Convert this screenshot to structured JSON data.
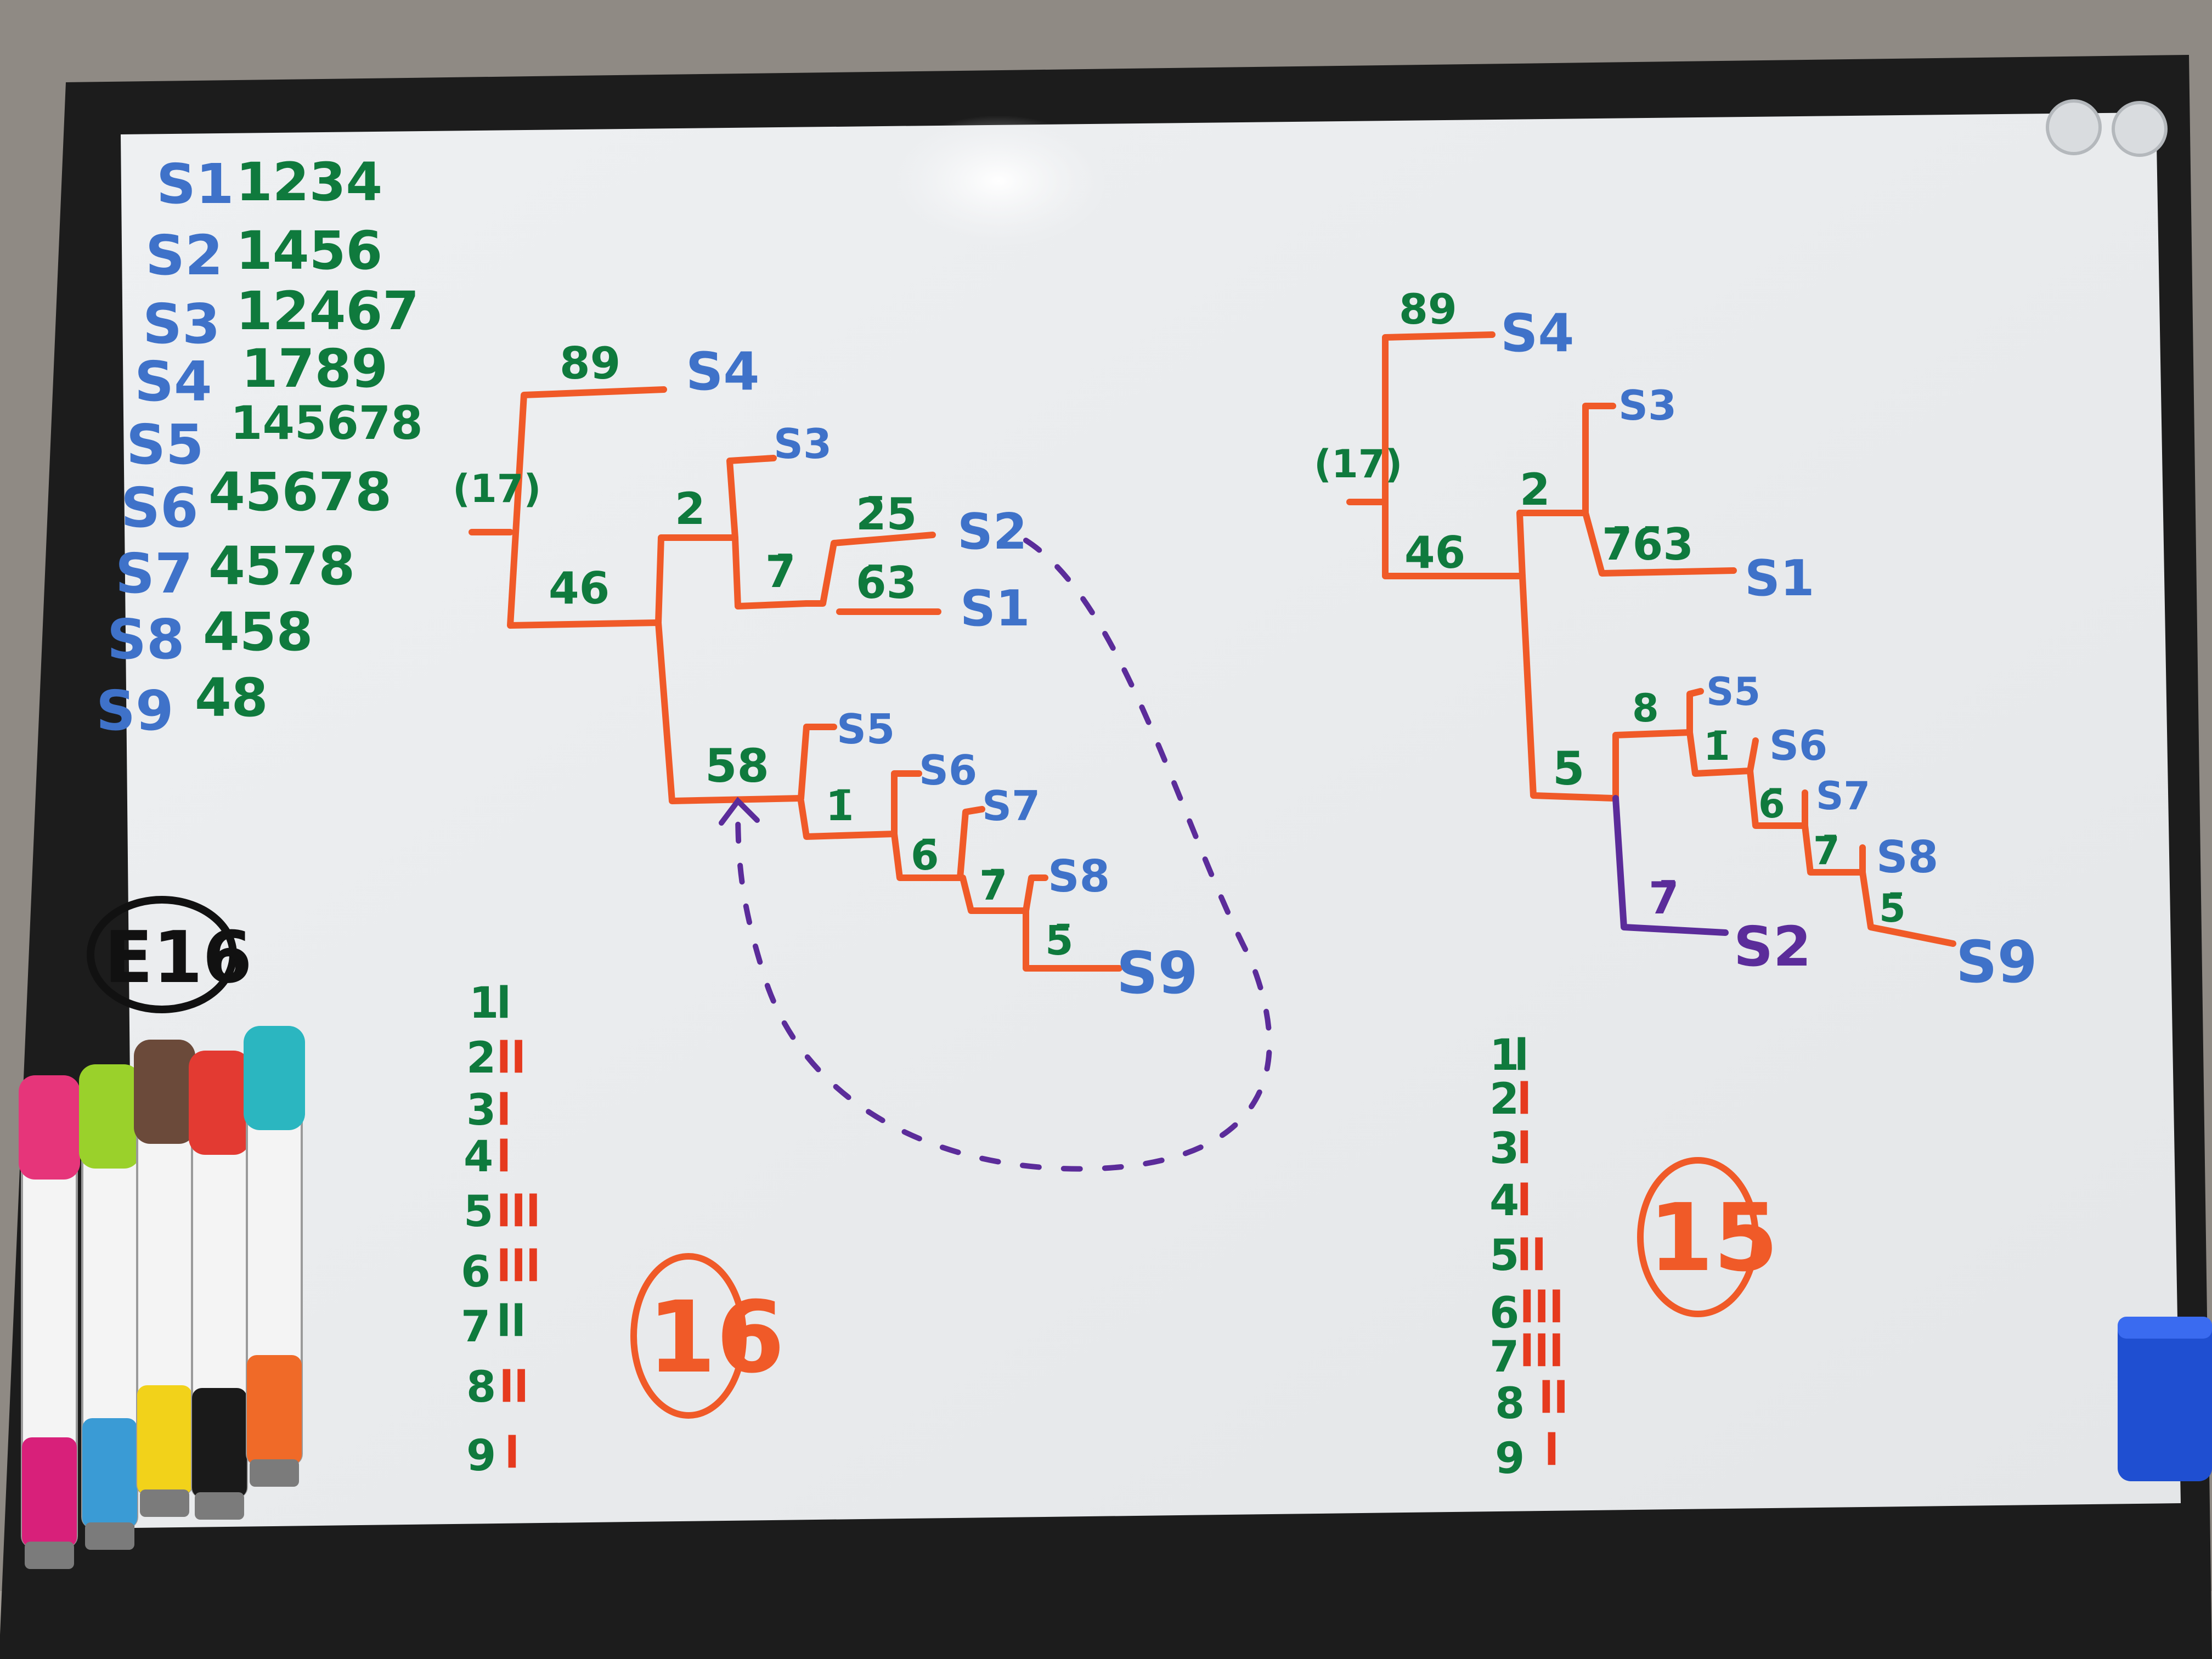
{
  "board": {
    "colors": {
      "blue": "#3f72c9",
      "green": "#0f7a3d",
      "orange": "#f05a28",
      "purple": "#5b2c9a",
      "frame": "#1c1c1c"
    },
    "matrix": [
      {
        "taxon": "S1",
        "chars": "1234"
      },
      {
        "taxon": "S2",
        "chars": "1456"
      },
      {
        "taxon": "S3",
        "chars": "12467"
      },
      {
        "taxon": "S4",
        "chars": "1789"
      },
      {
        "taxon": "S5",
        "chars": "145678"
      },
      {
        "taxon": "S6",
        "chars": "45678"
      },
      {
        "taxon": "S7",
        "chars": "4578"
      },
      {
        "taxon": "S8",
        "chars": "458"
      },
      {
        "taxon": "S9",
        "chars": "48"
      }
    ],
    "label": "E16"
  },
  "tree1": {
    "root": "(17)",
    "branches": {
      "b89": "89",
      "b46": "46",
      "b2": "2",
      "b7": "7̄",
      "b25": "2̄5",
      "b63": "6̄3",
      "b58": "58",
      "b1": "1̄",
      "b6": "6̄",
      "b7b": "7̄",
      "b5": "5̄"
    },
    "taxa": {
      "s4": "S4",
      "s3": "S3",
      "s2": "S2",
      "s1": "S1",
      "s5": "S5",
      "s6": "S6",
      "s7": "S7",
      "s8": "S8",
      "s9": "S9"
    },
    "tally": [
      {
        "n": "1",
        "marks": "l"
      },
      {
        "n": "2",
        "marks": "ll"
      },
      {
        "n": "3",
        "marks": "l"
      },
      {
        "n": "4",
        "marks": "l"
      },
      {
        "n": "5",
        "marks": "lll"
      },
      {
        "n": "6",
        "marks": "lll"
      },
      {
        "n": "7",
        "marks": "ll"
      },
      {
        "n": "8",
        "marks": "ll"
      },
      {
        "n": "9",
        "marks": "l"
      }
    ],
    "score": "16"
  },
  "tree2": {
    "root": "(17)",
    "branches": {
      "b89": "89",
      "b46": "46",
      "b2": "2",
      "b763": "7̄6̄3",
      "b5": "5",
      "b8": "8",
      "b1": "1̄",
      "b6": "6̄",
      "b7": "7̄",
      "b5b": "5̄",
      "b7s2": "7̄"
    },
    "taxa": {
      "s4": "S4",
      "s3": "S3",
      "s1": "S1",
      "s5": "S5",
      "s6": "S6",
      "s7": "S7",
      "s8": "S8",
      "s9": "S9",
      "s2": "S2"
    },
    "tally": [
      {
        "n": "1",
        "marks": "l"
      },
      {
        "n": "2",
        "marks": "l"
      },
      {
        "n": "3",
        "marks": "l"
      },
      {
        "n": "4",
        "marks": "l"
      },
      {
        "n": "5",
        "marks": "ll"
      },
      {
        "n": "6",
        "marks": "lll"
      },
      {
        "n": "7",
        "marks": "lll"
      },
      {
        "n": "8",
        "marks": "ll"
      },
      {
        "n": "9",
        "marks": "l"
      }
    ],
    "score": "15"
  },
  "markers": [
    {
      "name": "pink-marker",
      "cap": "#e6357a",
      "body": "#d8207a"
    },
    {
      "name": "green-marker",
      "cap": "#9ad12b",
      "body": "#3a9bd5"
    },
    {
      "name": "brown-marker",
      "cap": "#6b4a3a",
      "body": "#f2d21a"
    },
    {
      "name": "red-marker",
      "cap": "#e33a32",
      "body": "#1a1a1a"
    },
    {
      "name": "teal-marker",
      "cap": "#2bb6c0",
      "body": "#f06a28"
    }
  ]
}
